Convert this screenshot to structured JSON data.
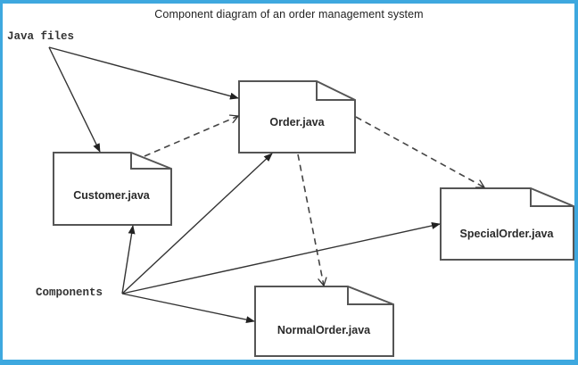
{
  "diagram": {
    "title": "Component diagram of an order management system",
    "labels": {
      "java_files": "Java files",
      "components": "Components"
    },
    "nodes": [
      {
        "id": "order",
        "label": "Order.java"
      },
      {
        "id": "customer",
        "label": "Customer.java"
      },
      {
        "id": "special",
        "label": "SpecialOrder.java"
      },
      {
        "id": "normal",
        "label": "NormalOrder.java"
      }
    ],
    "edges": [
      {
        "from": "java_files",
        "to": "order",
        "style": "solid"
      },
      {
        "from": "java_files",
        "to": "customer",
        "style": "solid"
      },
      {
        "from": "customer",
        "to": "order",
        "style": "dashed"
      },
      {
        "from": "order",
        "to": "special",
        "style": "dashed"
      },
      {
        "from": "order",
        "to": "normal",
        "style": "dashed"
      },
      {
        "from": "components",
        "to": "customer",
        "style": "solid"
      },
      {
        "from": "components",
        "to": "order",
        "style": "solid"
      },
      {
        "from": "components",
        "to": "special",
        "style": "solid"
      },
      {
        "from": "components",
        "to": "normal",
        "style": "solid"
      }
    ],
    "colors": {
      "frame": "#3ea8df",
      "line": "#333333"
    }
  }
}
